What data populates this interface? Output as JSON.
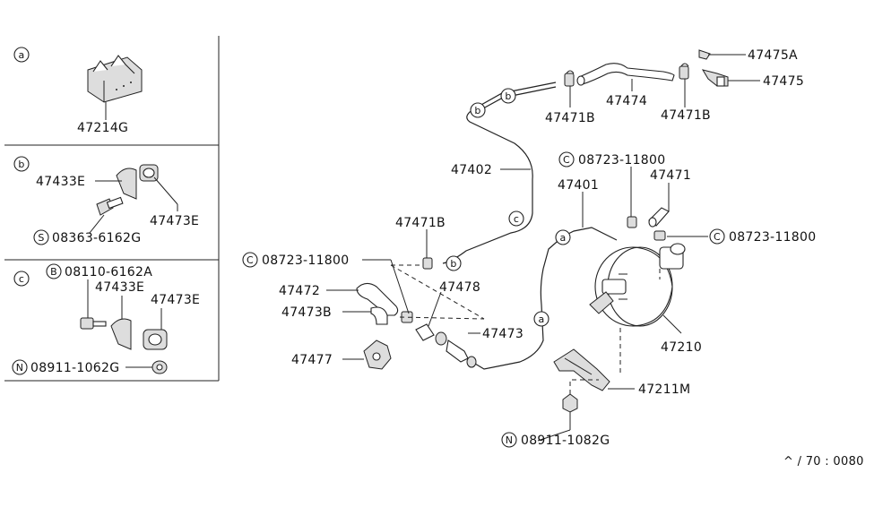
{
  "panels": {
    "a": {
      "tag": "a",
      "part": "47214G"
    },
    "b": {
      "tag": "b",
      "clip": "47433E",
      "grommet": "47473E",
      "bolt_prefix": "S",
      "bolt": "08363-6162G"
    },
    "c": {
      "tag": "c",
      "bolt_prefix": "B",
      "bolt": "08110-6162A",
      "clip": "47433E",
      "grommet": "47473E",
      "nut_prefix": "N",
      "nut": "08911-1062G"
    }
  },
  "callouts": {
    "p47475A": "47475A",
    "p47475": "47475",
    "p47474": "47474",
    "p47471B_left": "47471B",
    "p47471B_right": "47471B",
    "p47402": "47402",
    "p08723_top": "08723-11800",
    "p47471": "47471",
    "p47401": "47401",
    "p47471B_mid": "47471B",
    "p08723_right": "08723-11800",
    "p08723_left": "08723-11800",
    "p47472": "47472",
    "p47478": "47478",
    "p47473B": "47473B",
    "p47473": "47473",
    "p47210": "47210",
    "p47477": "47477",
    "p47211M": "47211M",
    "p08911": "08911-1082G",
    "prefix_c": "C",
    "prefix_n": "N",
    "ref_a": "a",
    "ref_b": "b",
    "ref_c": "c"
  },
  "footer": {
    "code": "^ / 70 : 0080"
  }
}
